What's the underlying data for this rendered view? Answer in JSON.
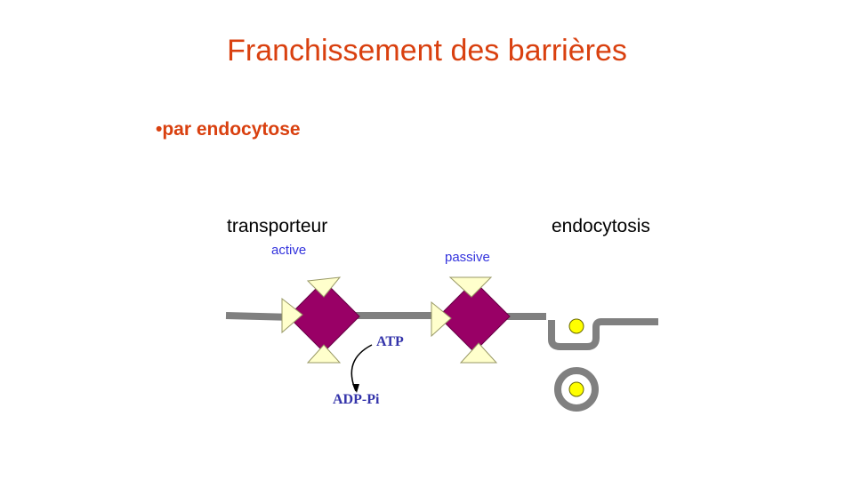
{
  "slide": {
    "title": "Franchissement des barrières",
    "bullet": "•par endocytose"
  },
  "diagram": {
    "label_transporteur": "transporteur",
    "label_active": "active",
    "label_passive": "passive",
    "label_endocytosis": "endocytosis",
    "label_atp": "ATP",
    "label_adp": "ADP-Pi"
  },
  "colors": {
    "title": "#d9400f",
    "transporter": "#990066",
    "binding_site": "#ffffcc",
    "membrane": "#808080",
    "vesicle_cargo": "#ffff00",
    "annotation": "#3333dd"
  }
}
